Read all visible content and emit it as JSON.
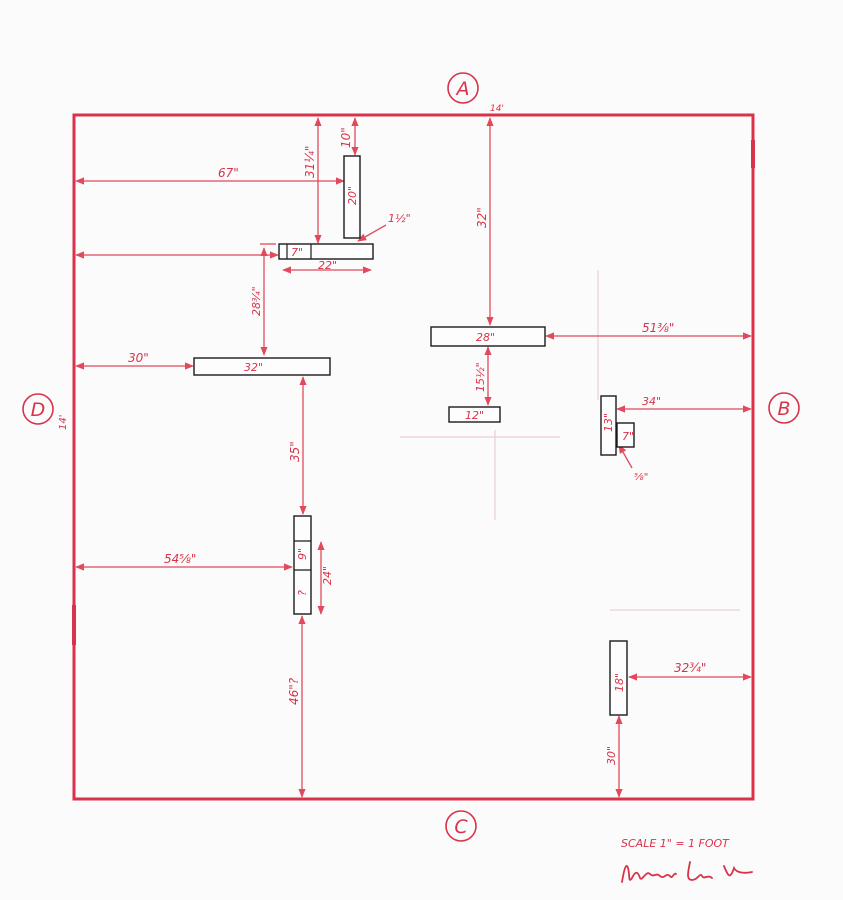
{
  "walls": {
    "top": "A",
    "right": "B",
    "bottom": "C",
    "left": "D"
  },
  "wall_length": {
    "top": "14'",
    "left": "14'"
  },
  "blocks": {
    "b20": "20\"",
    "b7": "7\"",
    "b22": "22\"",
    "b32": "32\"",
    "b28": "28\"",
    "b12": "12\"",
    "b13": "13\"",
    "b7b": "7\"",
    "b9": "9\"",
    "bq": "?",
    "b18": "18\""
  },
  "dimensions": {
    "d67": "67\"",
    "d31": "31¼\"",
    "d10": "10\"",
    "d1half": "1½\"",
    "d28": "28¾\"",
    "d30": "30\"",
    "d32": "32\"",
    "d51": "51⅜\"",
    "d15": "15½\"",
    "d34": "34\"",
    "d58": "⅝\"",
    "d35": "35\"",
    "d54": "54⅝\"",
    "d24": "24\"",
    "d46": "46\"?",
    "d32b": "32¾\"",
    "d30b": "30\""
  },
  "scale_note": "SCALE  1\" = 1 FOOT",
  "colors": {
    "ink": "#d8334a",
    "blocks": "#1b1b1b",
    "paper": "#fbfbfb"
  }
}
